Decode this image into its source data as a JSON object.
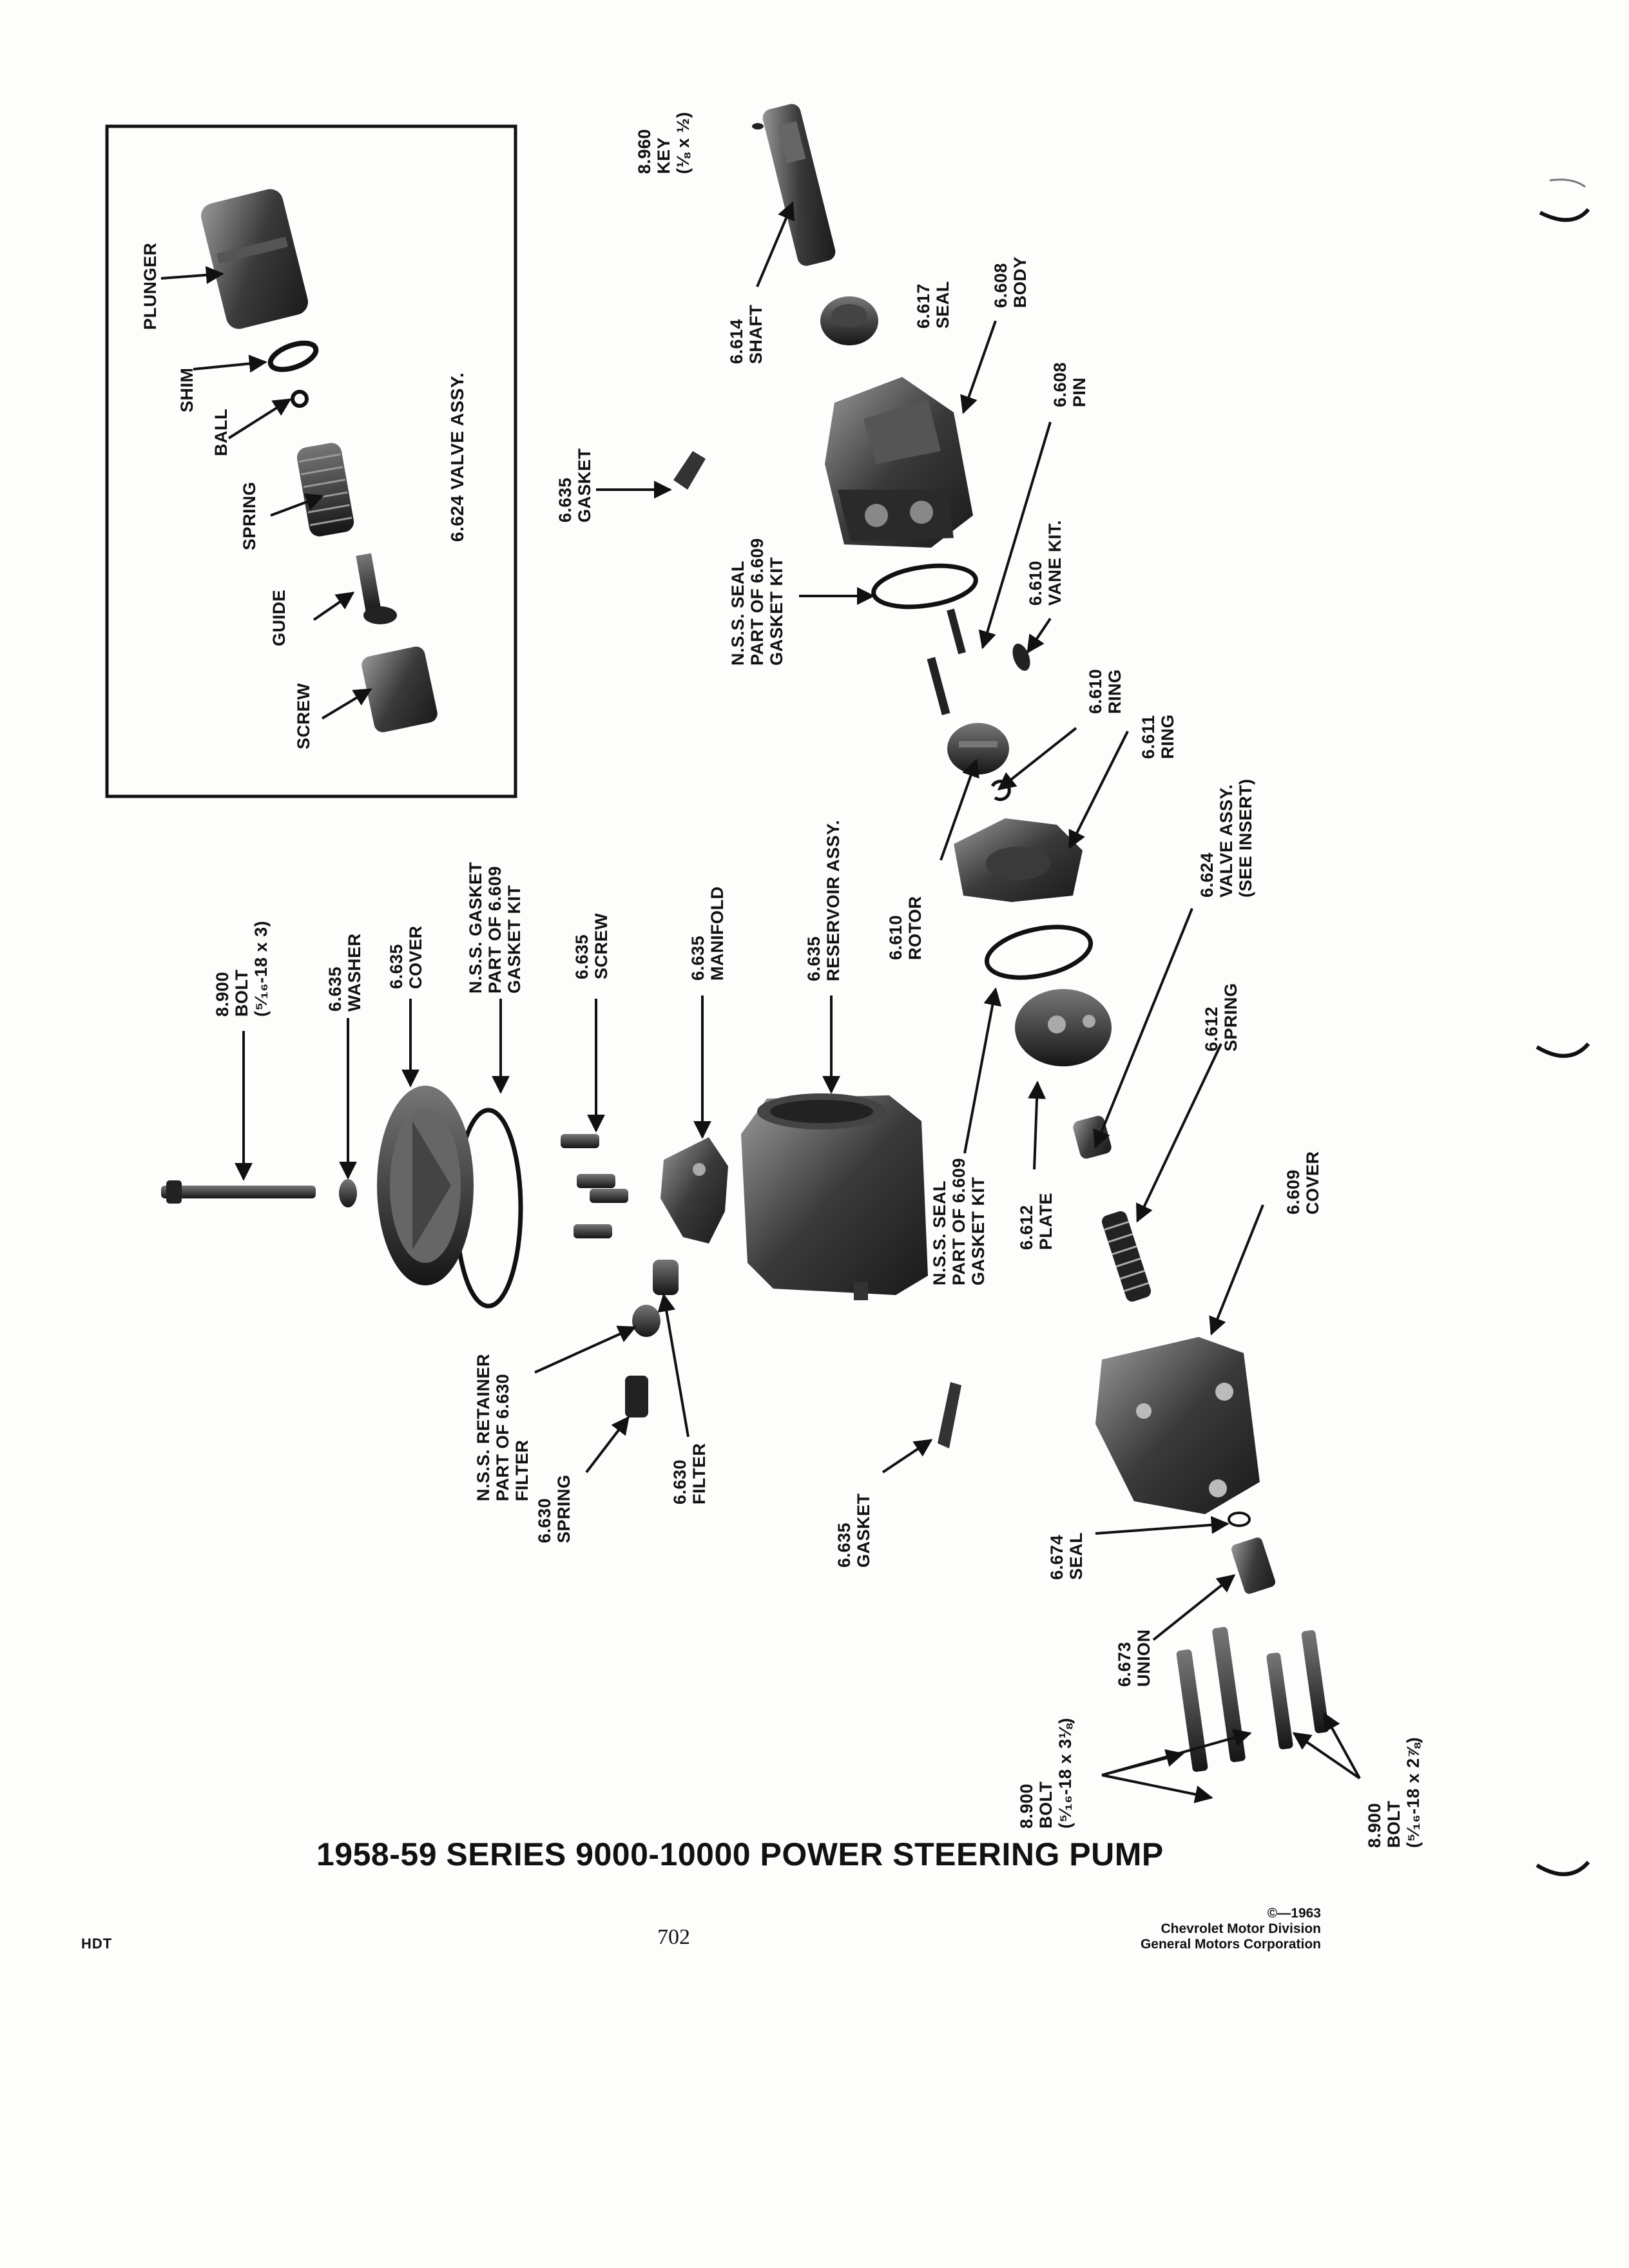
{
  "title": "1958-59 SERIES 9000-10000 POWER STEERING PUMP",
  "footer": {
    "code": "HDT",
    "page_number": "702",
    "copyright_year": "©—1963",
    "division": "Chevrolet Motor Division",
    "corporation": "General Motors Corporation"
  },
  "inset": {
    "title": "6.624 VALVE ASSY.",
    "plunger": "PLUNGER",
    "shim": "SHIM",
    "ball": "BALL",
    "spring": "SPRING",
    "guide": "GUIDE",
    "screw": "SCREW"
  },
  "labels": {
    "key": [
      "8.960",
      "KEY",
      "(⅛ x ½)"
    ],
    "shaft": [
      "6.614",
      "SHAFT"
    ],
    "seal_617": [
      "6.617",
      "SEAL"
    ],
    "body": [
      "6.608",
      "BODY"
    ],
    "pin": [
      "6.608",
      "PIN"
    ],
    "gasket_top": [
      "6.635",
      "GASKET"
    ],
    "nss_seal_top": [
      "N.S.S. SEAL",
      "PART OF 6.609",
      "GASKET KIT"
    ],
    "vane_kit": [
      "6.610",
      "VANE KIT."
    ],
    "ring_610": [
      "6.610",
      "RING"
    ],
    "ring_611": [
      "6.611",
      "RING"
    ],
    "rotor": [
      "6.610",
      "ROTOR"
    ],
    "valve_assy": [
      "6.624",
      "VALVE ASSY.",
      "(SEE INSERT)"
    ],
    "reservoir": [
      "6.635",
      "RESERVOIR ASSY."
    ],
    "manifold": [
      "6.635",
      "MANIFOLD"
    ],
    "screw_635": [
      "6.635",
      "SCREW"
    ],
    "nss_gasket": [
      "N.S.S. GASKET",
      "PART OF 6.609",
      "GASKET KIT"
    ],
    "cover_635": [
      "6.635",
      "COVER"
    ],
    "washer": [
      "6.635",
      "WASHER"
    ],
    "bolt_left": [
      "8.900",
      "BOLT",
      "(⁵⁄₁₆-18 x 3)"
    ],
    "spring_612": [
      "6.612",
      "SPRING"
    ],
    "nss_seal_mid": [
      "N.S.S. SEAL",
      "PART OF 6.609",
      "GASKET KIT"
    ],
    "plate": [
      "6.612",
      "PLATE"
    ],
    "cover_609": [
      "6.609",
      "COVER"
    ],
    "nss_retainer": [
      "N.S.S. RETAINER",
      "PART OF 6.630",
      "FILTER"
    ],
    "spring_630": [
      "6.630",
      "SPRING"
    ],
    "filter": [
      "6.630",
      "FILTER"
    ],
    "gasket_bottom": [
      "6.635",
      "GASKET"
    ],
    "seal_674": [
      "6.674",
      "SEAL"
    ],
    "union": [
      "6.673",
      "UNION"
    ],
    "bolt_bottom_left": [
      "8.900",
      "BOLT",
      "(⁵⁄₁₆-18 x 3⅛)"
    ],
    "bolt_bottom_right": [
      "8.900",
      "BOLT",
      "(⁵⁄₁₆-18 x 2⅞)"
    ]
  }
}
